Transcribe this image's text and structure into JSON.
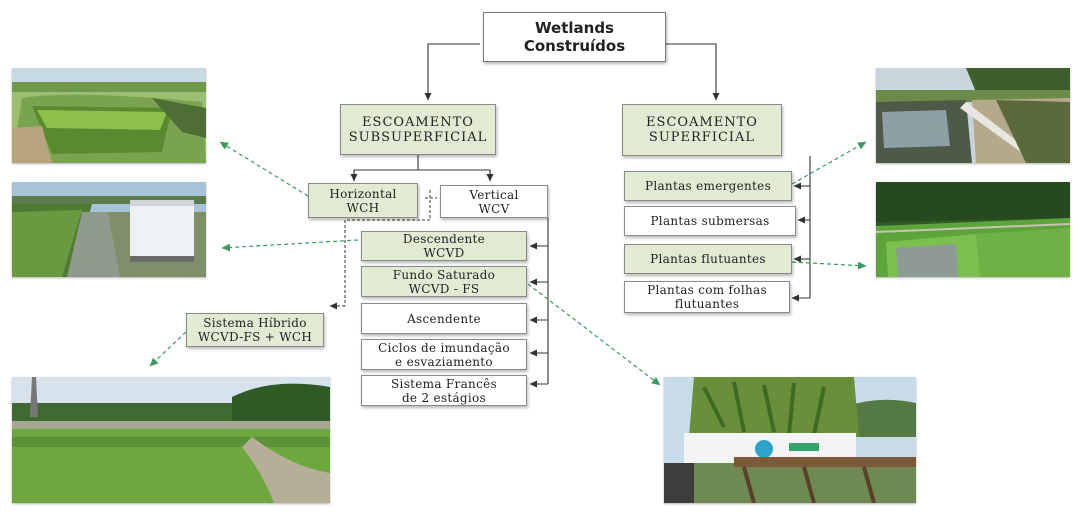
{
  "root": {
    "line1": "Wetlands",
    "line2": "Construídos"
  },
  "subsuperficial": {
    "line1": "ESCOAMENTO",
    "line2": "SUBSUPERFICIAL",
    "horizontal": {
      "line1": "Horizontal",
      "line2": "WCH"
    },
    "vertical": {
      "line1": "Vertical",
      "line2": "WCV"
    },
    "vertical_types": [
      {
        "line1": "Descendente",
        "line2": "WCVD"
      },
      {
        "line1": "Fundo Saturado",
        "line2": "WCVD - FS"
      },
      {
        "line1": "Ascendente",
        "line2": ""
      },
      {
        "line1": "Ciclos de imundação",
        "line2": "e esvaziamento"
      },
      {
        "line1": "Sistema Francês",
        "line2": "de 2 estágios"
      }
    ],
    "hybrid": {
      "line1": "Sistema Híbrido",
      "line2": "WCVD-FS + WCH"
    }
  },
  "superficial": {
    "line1": "ESCOAMENTO",
    "line2": "SUPERFICIAL",
    "types": [
      {
        "line1": "Plantas emergentes",
        "line2": ""
      },
      {
        "line1": "Plantas submersas",
        "line2": ""
      },
      {
        "line1": "Plantas flutuantes",
        "line2": ""
      },
      {
        "line1": "Plantas com folhas",
        "line2": "flutuantes"
      }
    ]
  },
  "colors": {
    "green_box": "#e1ebd3",
    "dashed_arrow": "#3c9a5f",
    "border": "#8a8a8a"
  },
  "photo_icons": [
    "wetland-horizontal-photo",
    "wetland-vertical-photo",
    "wetland-hybrid-photo",
    "wetland-fs-photo",
    "wetland-emergent-photo",
    "wetland-floating-photo"
  ]
}
